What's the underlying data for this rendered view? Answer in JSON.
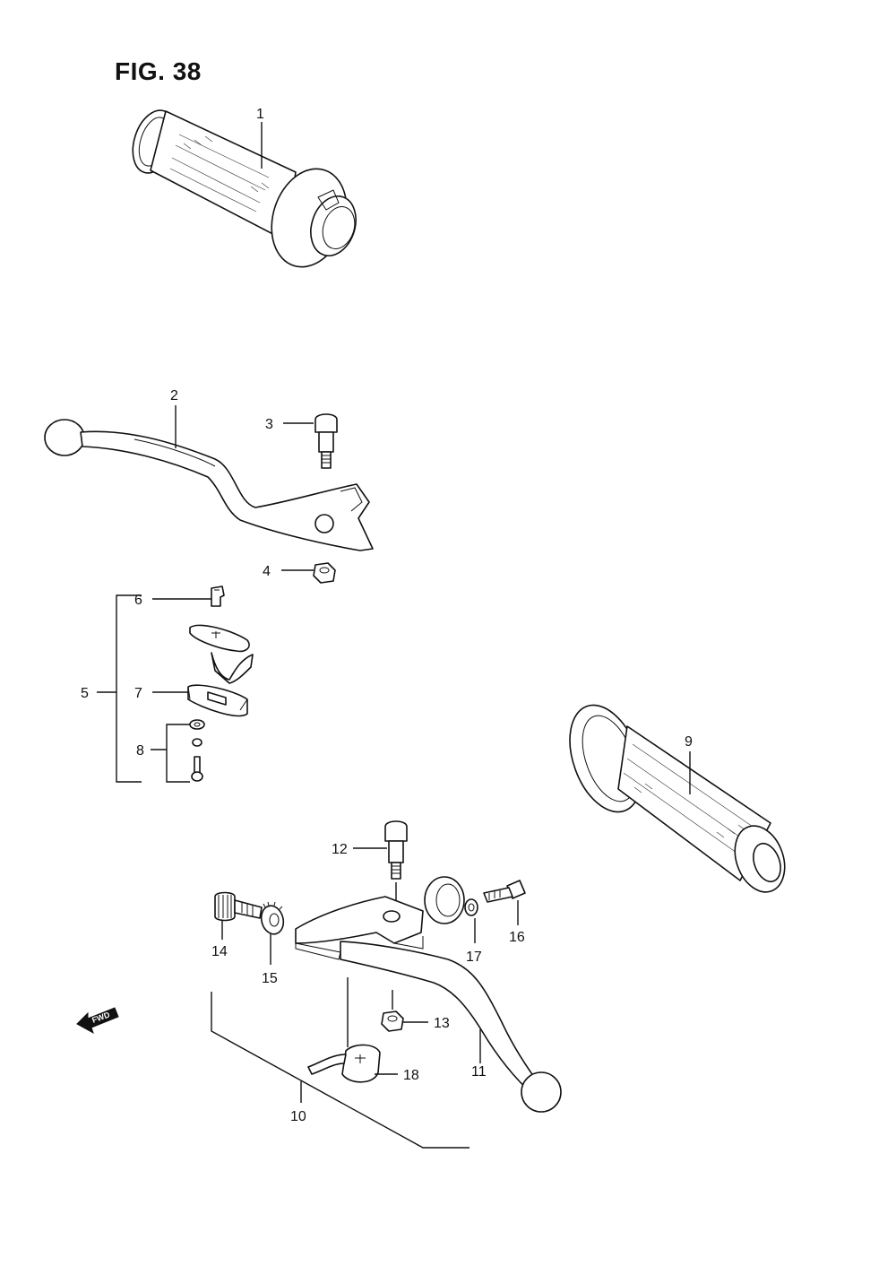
{
  "figure": {
    "title": "FIG. 38",
    "fwd_label": "FWD"
  },
  "callouts": {
    "c1": "1",
    "c2": "2",
    "c3": "3",
    "c4": "4",
    "c5": "5",
    "c6": "6",
    "c7": "7",
    "c8": "8",
    "c9": "9",
    "c10": "10",
    "c11": "11",
    "c12": "12",
    "c13": "13",
    "c14": "14",
    "c15": "15",
    "c16": "16",
    "c17": "17",
    "c18": "18"
  },
  "icons": {
    "fwd_arrow": "forward-arrow-icon"
  }
}
